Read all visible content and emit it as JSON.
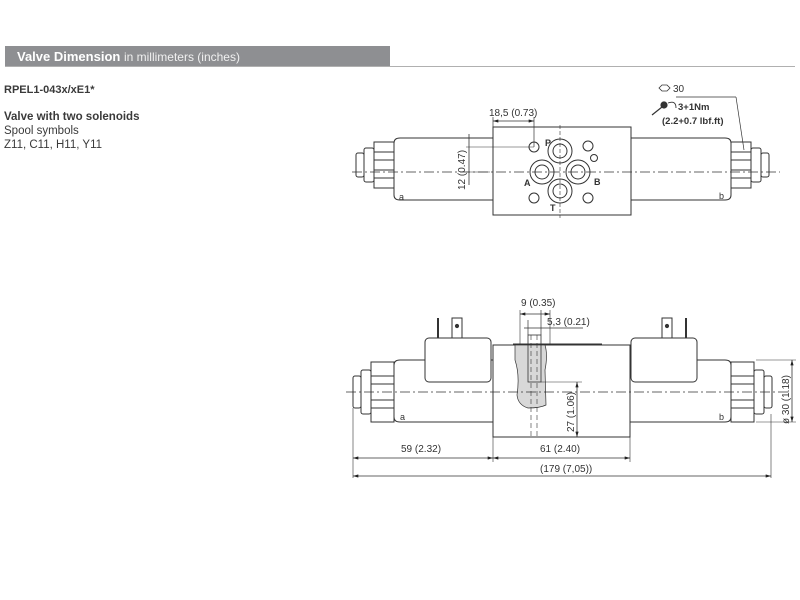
{
  "header": {
    "title_bold": "Valve Dimension",
    "title_sub": "in millimeters (inches)"
  },
  "product": {
    "model": "RPEL1-043x/xE1*",
    "description_title": "Valve with two solenoids",
    "spool_label": "Spool symbols",
    "spool_symbols": "Z11, C11, H11, Y11"
  },
  "top_view": {
    "dim_width": "18,5 (0.73)",
    "dim_height": "12 (0.47)",
    "port_p": "P",
    "port_a": "A",
    "port_b": "B",
    "port_t": "T",
    "solenoid_a": "a",
    "solenoid_b": "b",
    "nut_size": "30",
    "torque_nm": "3+1Nm",
    "torque_lbf": "(2.2+0.7 lbf.ft)"
  },
  "side_view": {
    "dim_9": "9 (0.35)",
    "dim_5_3": "5,3 (0.21)",
    "dim_27": "27 (1.06)",
    "dim_diameter": "ø 30 (1.18)",
    "dim_59": "59  (2.32)",
    "dim_61": "61 (2.40)",
    "dim_total": "(179 (7,05))",
    "solenoid_a": "a",
    "solenoid_b": "b"
  },
  "colors": {
    "header_bg": "#8e8f92",
    "line": "#333333",
    "section_fill": "#d8d8d8"
  }
}
